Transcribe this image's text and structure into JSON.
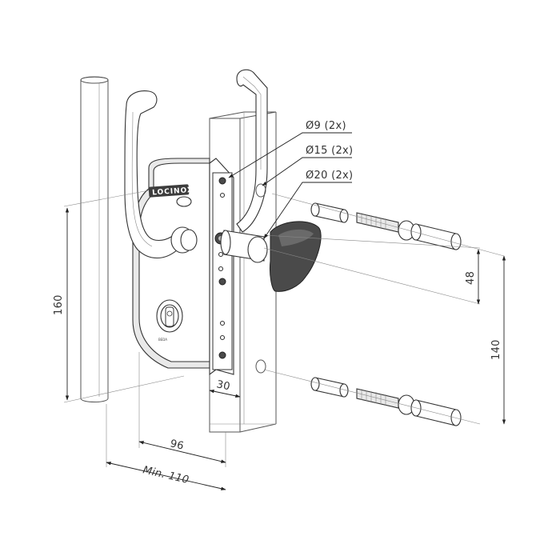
{
  "diagram": {
    "callouts": {
      "hole_small": "Ø9 (2x)",
      "hole_medium": "Ø15 (2x)",
      "hole_large": "Ø20 (2x)"
    },
    "dimensions": {
      "height_total": "160",
      "depth_body": "96",
      "min_post_distance": "Min. 110",
      "profile_width": "30",
      "hole_offset": "48",
      "bolt_spacing": "140"
    },
    "brand_mark": "LOCINOX",
    "cylinder_mark": "BEDA"
  }
}
